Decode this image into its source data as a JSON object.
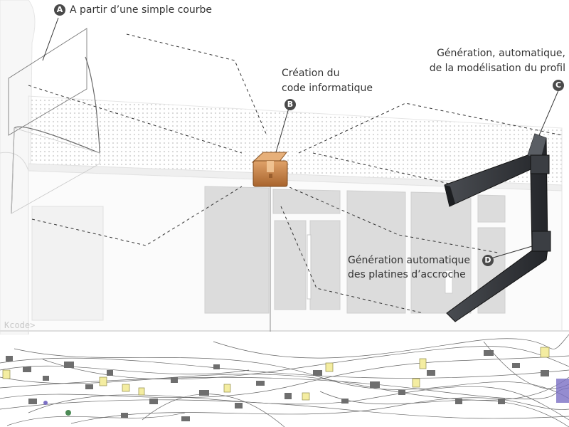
{
  "annotations": {
    "a": {
      "marker": "A",
      "lines": [
        "A partir d’une simple courbe"
      ]
    },
    "b": {
      "marker": "B",
      "lines": [
        "Création du",
        "code informatique"
      ]
    },
    "c": {
      "marker": "C",
      "lines": [
        "Génération, automatique,",
        "de la modélisation du profil"
      ]
    },
    "d": {
      "marker": "D",
      "lines": [
        "Génération automatique",
        "des platines d’accroche"
      ]
    }
  },
  "watermark": "Kcode>",
  "icons": {
    "box": "package-box-icon",
    "profile": "steel-profile-3d"
  },
  "colors": {
    "marker": "#4a4a4a",
    "text": "#333333",
    "box": "#c8834a",
    "steel": "#2f3236",
    "node_yellow": "#f4eda1",
    "node_purple": "#7b6fc4",
    "node_green": "#4c8a55"
  }
}
